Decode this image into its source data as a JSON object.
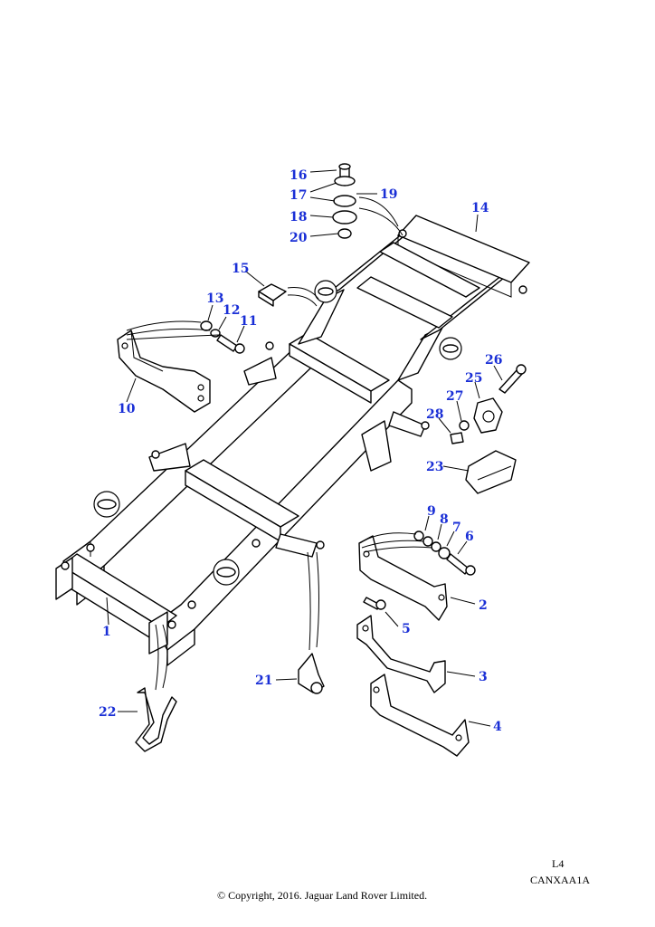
{
  "diagram": {
    "callouts": [
      {
        "id": "1",
        "label": "1"
      },
      {
        "id": "2",
        "label": "2"
      },
      {
        "id": "3",
        "label": "3"
      },
      {
        "id": "4",
        "label": "4"
      },
      {
        "id": "5",
        "label": "5"
      },
      {
        "id": "6",
        "label": "6"
      },
      {
        "id": "7",
        "label": "7"
      },
      {
        "id": "8",
        "label": "8"
      },
      {
        "id": "9",
        "label": "9"
      },
      {
        "id": "10",
        "label": "10"
      },
      {
        "id": "11",
        "label": "11"
      },
      {
        "id": "12",
        "label": "12"
      },
      {
        "id": "13",
        "label": "13"
      },
      {
        "id": "14",
        "label": "14"
      },
      {
        "id": "15",
        "label": "15"
      },
      {
        "id": "16",
        "label": "16"
      },
      {
        "id": "17",
        "label": "17"
      },
      {
        "id": "18",
        "label": "18"
      },
      {
        "id": "19",
        "label": "19"
      },
      {
        "id": "20",
        "label": "20"
      },
      {
        "id": "21",
        "label": "21"
      },
      {
        "id": "22",
        "label": "22"
      },
      {
        "id": "23",
        "label": "23"
      },
      {
        "id": "25",
        "label": "25"
      },
      {
        "id": "26",
        "label": "26"
      },
      {
        "id": "27",
        "label": "27"
      },
      {
        "id": "28",
        "label": "28"
      }
    ],
    "callout_color": "#1a2fd6"
  },
  "footer": {
    "page_ref": "L4",
    "diagram_code": "CANXAA1A",
    "copyright": "© Copyright, 2016. Jaguar Land Rover Limited."
  }
}
